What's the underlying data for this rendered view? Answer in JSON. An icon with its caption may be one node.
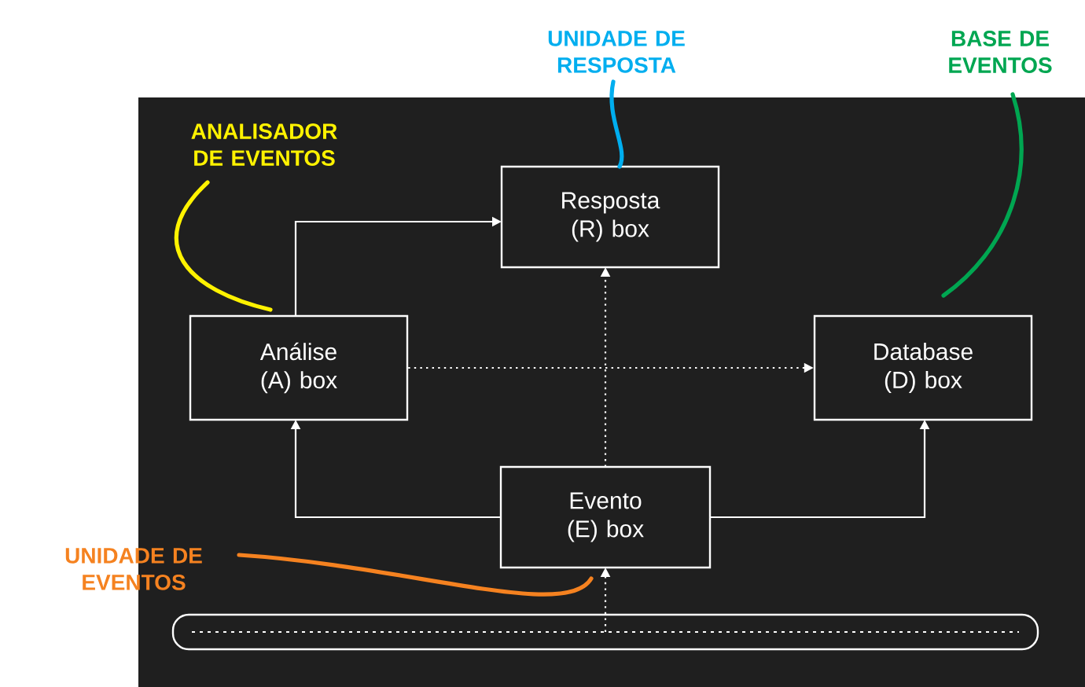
{
  "diagram": {
    "nodes": [
      {
        "text": [
          "Resposta (R) box"
        ]
      },
      {
        "text": [
          "Análise (A) box"
        ]
      },
      {
        "text": [
          "Database (D) box"
        ]
      },
      {
        "text": [
          "Evento (E) box"
        ]
      },
      {
        "text": [],
        "shape": "bar"
      },
      {
        "text": [
          "UNIDADE DE RESPOSTA"
        ]
      },
      {
        "text": [
          "ANALISADOR DE EVENTOS"
        ]
      },
      {
        "text": [
          "BASE DE EVENTOS"
        ]
      },
      {
        "text": [
          "UNIDADE DE EVENTOS"
        ]
      }
    ],
    "edges": [
      {
        "from": 1,
        "to": 0,
        "arrow": "to"
      },
      {
        "from": 1,
        "to": 2,
        "arrow": "to",
        "style": "dashed"
      },
      {
        "from": 3,
        "to": 0,
        "arrow": "to",
        "style": "dashed"
      },
      {
        "from": 3,
        "to": 1,
        "arrow": "to"
      },
      {
        "from": 3,
        "to": 2,
        "arrow": "to"
      },
      {
        "from": 4,
        "to": 3,
        "arrow": "to",
        "style": "dashed"
      },
      {
        "from": 5,
        "to": 0,
        "arrow": "none",
        "style": "thick",
        "color": "#00aeef"
      },
      {
        "from": 6,
        "to": 1,
        "arrow": "none",
        "style": "thick",
        "color": "#fff200"
      },
      {
        "from": 7,
        "to": 2,
        "arrow": "none",
        "style": "thick",
        "color": "#00a651"
      },
      {
        "from": 8,
        "to": 3,
        "arrow": "none",
        "style": "thick",
        "color": "#f58220"
      }
    ]
  }
}
